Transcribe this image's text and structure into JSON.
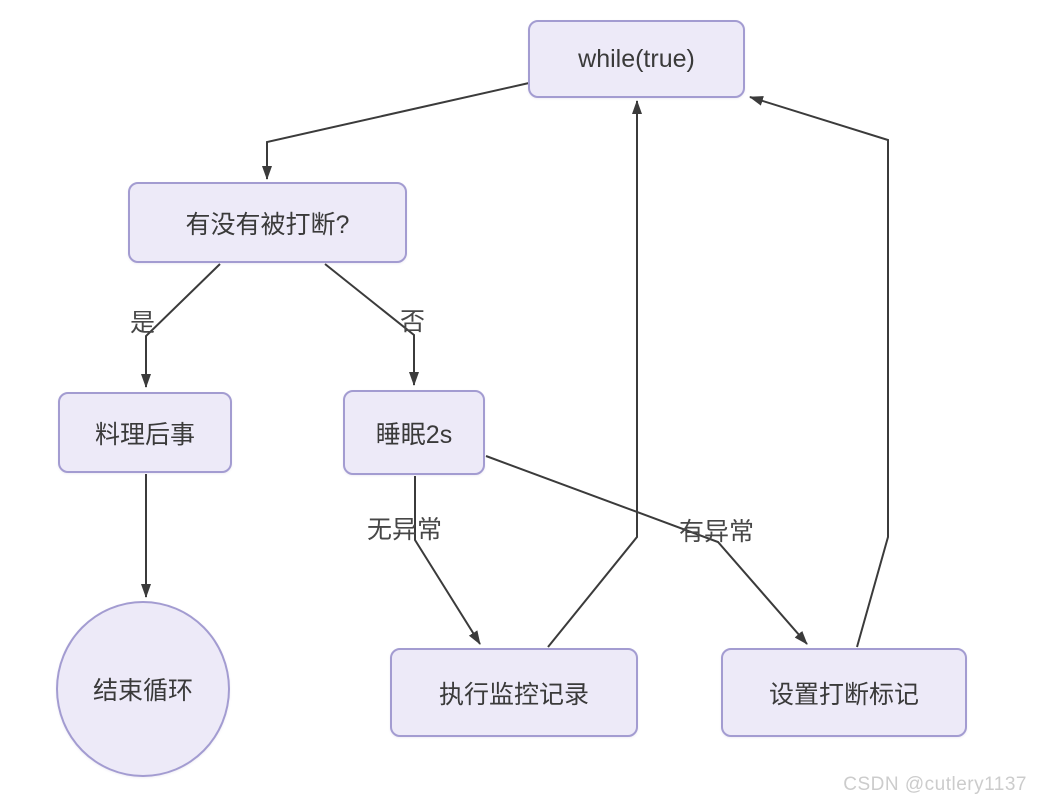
{
  "diagram": {
    "type": "flowchart",
    "nodes": {
      "while_loop": {
        "label": "while(true)",
        "shape": "rounded-rect"
      },
      "interrupted": {
        "label": "有没有被打断?",
        "shape": "rounded-rect"
      },
      "cleanup": {
        "label": "料理后事",
        "shape": "rounded-rect"
      },
      "sleep": {
        "label": "睡眠2s",
        "shape": "rounded-rect"
      },
      "end_loop": {
        "label": "结束循环",
        "shape": "circle"
      },
      "monitor": {
        "label": "执行监控记录",
        "shape": "rounded-rect"
      },
      "set_flag": {
        "label": "设置打断标记",
        "shape": "rounded-rect"
      }
    },
    "edge_labels": {
      "yes": "是",
      "no": "否",
      "no_exception": "无异常",
      "has_exception": "有异常"
    },
    "edges": [
      {
        "from": "while_loop",
        "to": "interrupted",
        "label": ""
      },
      {
        "from": "interrupted",
        "to": "cleanup",
        "label": "是"
      },
      {
        "from": "interrupted",
        "to": "sleep",
        "label": "否"
      },
      {
        "from": "cleanup",
        "to": "end_loop",
        "label": ""
      },
      {
        "from": "sleep",
        "to": "monitor",
        "label": "无异常"
      },
      {
        "from": "sleep",
        "to": "set_flag",
        "label": "有异常"
      },
      {
        "from": "monitor",
        "to": "while_loop",
        "label": ""
      },
      {
        "from": "set_flag",
        "to": "while_loop",
        "label": ""
      }
    ],
    "colors": {
      "node_fill": "#edeaf8",
      "node_border": "#a39cd1",
      "edge_color": "#3b3b3b",
      "text_color": "#3a3a3a",
      "label_color": "#474747",
      "watermark_color": "#cccccc",
      "bg_color": "#ffffff"
    }
  },
  "watermark": {
    "text": "CSDN @cutlery1137"
  }
}
